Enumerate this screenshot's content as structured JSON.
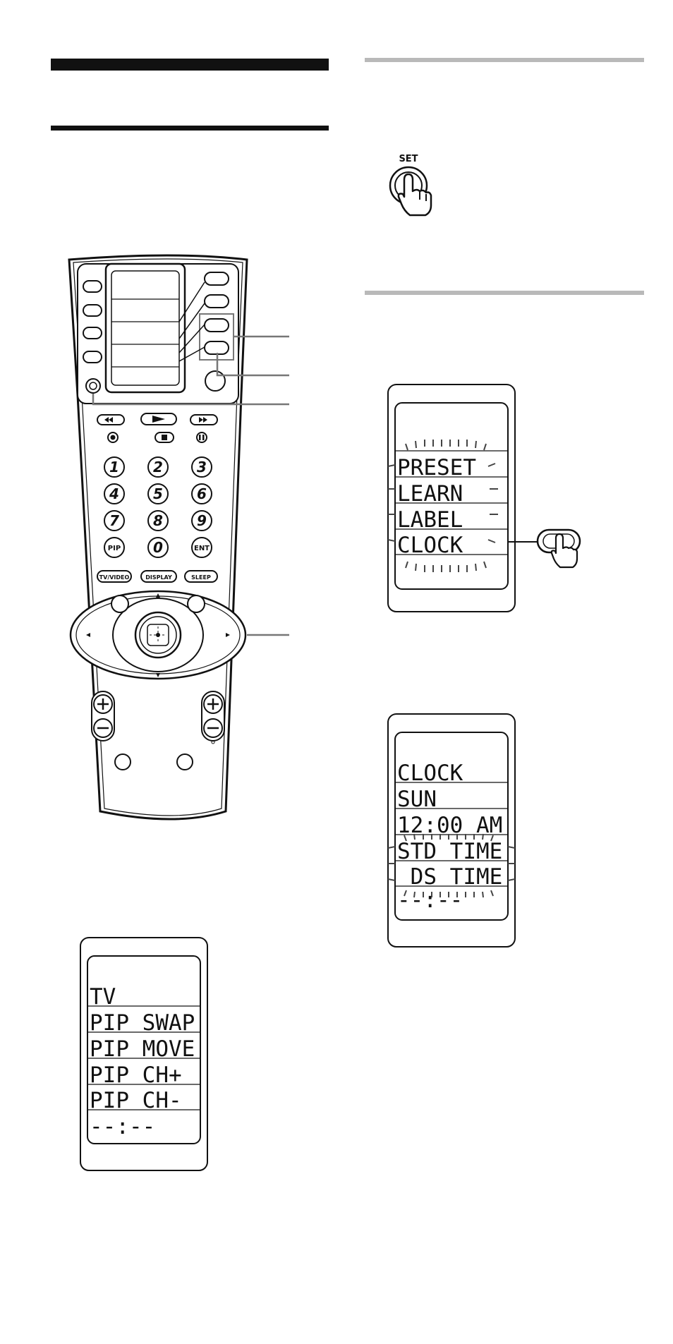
{
  "set_button": {
    "label": "SET"
  },
  "remote": {
    "numbers": [
      "1",
      "2",
      "3",
      "4",
      "5",
      "6",
      "7",
      "8",
      "9",
      "0"
    ],
    "pip_label": "PIP",
    "ent_label": "ENT",
    "tvvideo_label": "TV/VIDEO",
    "display_label": "DISPLAY",
    "sleep_label": "SLEEP"
  },
  "lcd_menu": {
    "lines": [
      "PRESET",
      "LEARN",
      "LABEL",
      "CLOCK"
    ]
  },
  "lcd_clock": {
    "lines": [
      "CLOCK",
      "SUN",
      "12:00 AM",
      "STD TIME",
      " DS TIME",
      "--:--"
    ]
  },
  "lcd_tv": {
    "lines": [
      "TV",
      "PIP SWAP",
      "PIP MOVE",
      "PIP CH+",
      "PIP CH-",
      "--:--"
    ]
  }
}
